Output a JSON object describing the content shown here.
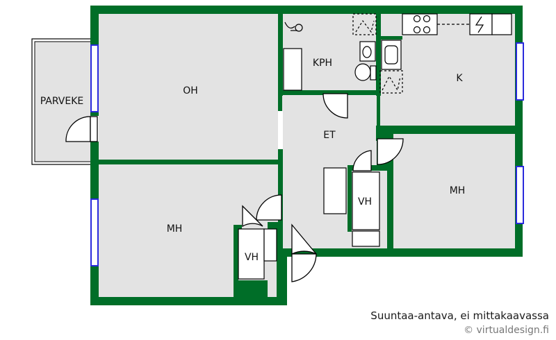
{
  "rooms": {
    "parveke": "PARVEKE",
    "oh": "OH",
    "kph": "KPH",
    "k": "K",
    "et": "ET",
    "mh_left": "MH",
    "mh_right": "MH",
    "vh_left": "VH",
    "vh_middle": "VH"
  },
  "footer": {
    "note": "Suuntaa-antava, ei mittakaavassa",
    "copyright": "© virtualdesign.fi"
  },
  "colors": {
    "wall": "#006e28",
    "floor": "#e3e3e3",
    "window": "#2a2adc"
  }
}
